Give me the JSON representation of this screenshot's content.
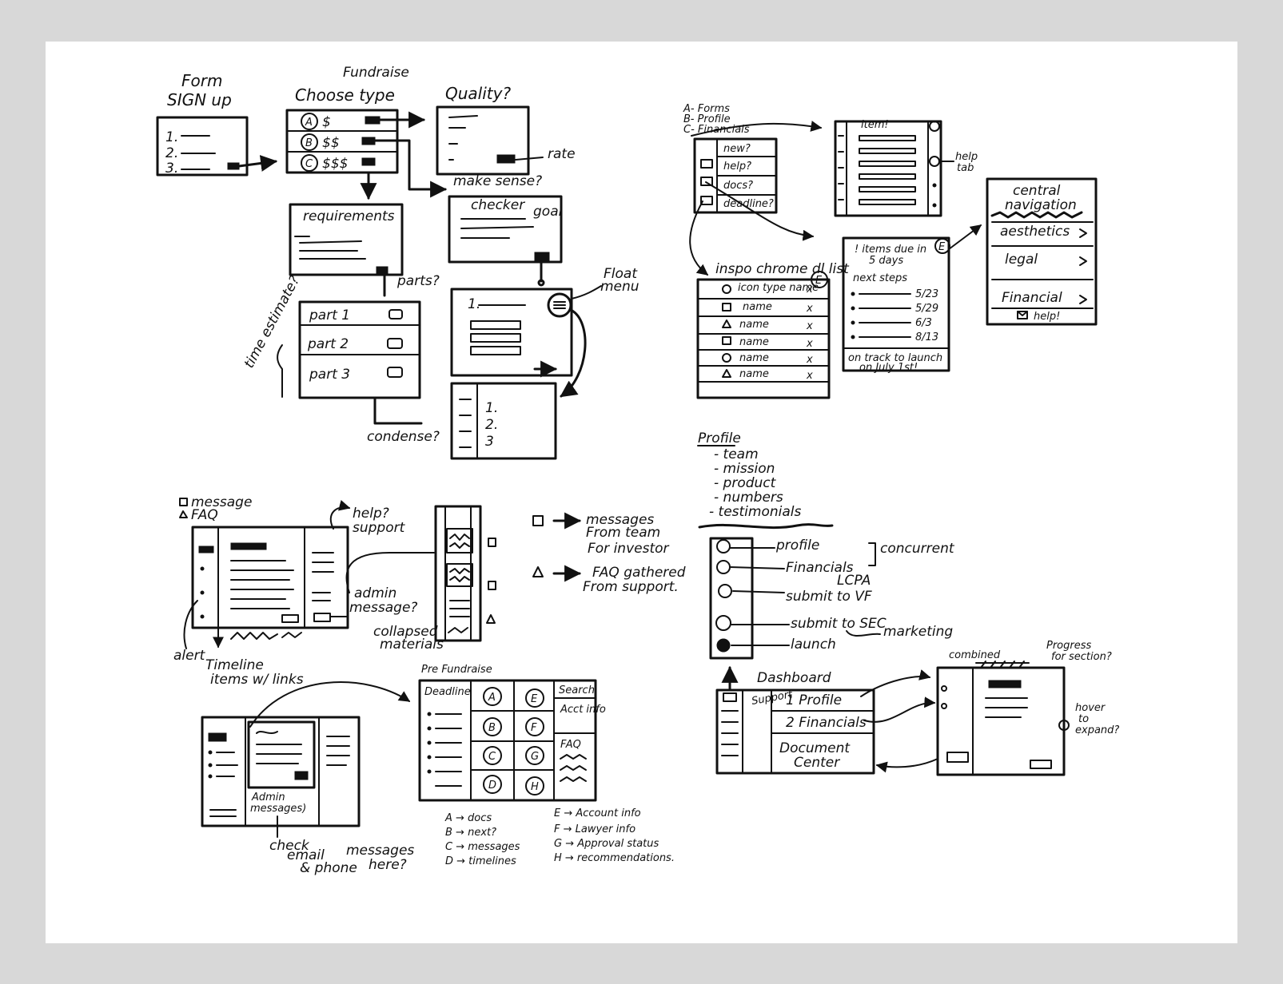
{
  "form_signup": {
    "title_1": "Form",
    "title_2": "SIGN up",
    "items": [
      "1.",
      "2.",
      "3."
    ]
  },
  "choose_type": {
    "top_note": "Fundraise",
    "title": "Choose type",
    "options": [
      {
        "letter": "A",
        "price": "$"
      },
      {
        "letter": "B",
        "price": "$$"
      },
      {
        "letter": "C",
        "price": "$$$"
      }
    ]
  },
  "quality": {
    "title": "Quality?",
    "rate_note": "rate",
    "make_sense": "make sense?"
  },
  "requirements": {
    "title": "requirements",
    "parts_note": "parts?",
    "parts": [
      "part 1",
      "part 2",
      "part 3"
    ],
    "time_note": "time estimate?",
    "condense_note": "condense?"
  },
  "checker": {
    "title": "checker",
    "goal_note": "goal",
    "first_item": "1.",
    "float_note_1": "Float",
    "float_note_2": "menu",
    "list_items": [
      "1.",
      "2.",
      "3"
    ]
  },
  "key": {
    "lines": [
      "A- Forms",
      "B- Profile",
      "C- Financials"
    ]
  },
  "menu_sketch": {
    "items": [
      "new?",
      "help?",
      "docs?",
      "deadline?"
    ]
  },
  "item_panel": {
    "title": "item!",
    "help_note_1": "help",
    "help_note_2": "tab"
  },
  "inspo_list": {
    "title": "inspo chrome dl list",
    "tab_letter": "E",
    "rows": [
      "icon type name",
      "name",
      "name",
      "name",
      "name",
      "name"
    ],
    "close_glyph": "x"
  },
  "due_panel": {
    "title_1": "! items due in",
    "title_2": "5 days",
    "tab_letter": "E",
    "next_steps": "next steps",
    "dates": [
      "5/23",
      "5/29",
      "6/3",
      "8/13"
    ],
    "footer_1": "on track to launch",
    "footer_2": "on July 1st!"
  },
  "central_nav": {
    "title_1": "central",
    "title_2": "navigation",
    "items": [
      "aesthetics",
      "legal",
      "Financial"
    ],
    "help": "help!"
  },
  "profile_list": {
    "title": "Profile",
    "items": [
      "- team",
      "- mission",
      "- product",
      "- numbers",
      "- testimonials"
    ]
  },
  "steps": {
    "items": [
      "profile",
      "Financials",
      "submit to VF",
      "submit to SEC",
      "launch"
    ],
    "concurrent_note": "concurrent",
    "lcpa_note": "LCPA",
    "marketing_note": "marketing"
  },
  "legend_left": {
    "line_1": "message",
    "line_2": "FAQ"
  },
  "wide_panel": {
    "help_note_1": "help?",
    "help_note_2": "support",
    "admin_note_1": "admin",
    "admin_note_2": "message?",
    "collapsed_note_1": "collapsed",
    "collapsed_note_2": "materials",
    "alert_note": "alert",
    "timeline_note_1": "Timeline",
    "timeline_note_2": "items w/ links"
  },
  "side_arrows": {
    "message_1": "messages",
    "message_2": "From team",
    "message_3": "For investor",
    "faq_1": "FAQ gathered",
    "faq_2": "From support."
  },
  "admin_panel": {
    "note_1": "Admin",
    "note_2": "messages)",
    "note_3": "check",
    "note_4": "email",
    "note_5": "& phone",
    "note_6": "messages",
    "note_7": "here?"
  },
  "pre_fundraise": {
    "title": "Pre Fundraise",
    "deadline": "Deadline",
    "search": "Search",
    "account": "Acct info",
    "faq": "FAQ",
    "grid": [
      "A",
      "E",
      "B",
      "F",
      "C",
      "G",
      "D",
      "H"
    ],
    "legend": [
      "A → docs",
      "B → next?",
      "C → messages",
      "D → timelines",
      "E → Account info",
      "F → Lawyer info",
      "G → Approval status",
      "H → recommendations."
    ]
  },
  "dashboard": {
    "title": "Dashboard",
    "support": "Support",
    "items": [
      "1 Profile",
      "2 Financials",
      "Document",
      "Center"
    ],
    "combined": "combined",
    "progress_1": "Progress",
    "progress_2": "for section?",
    "hover_1": "hover",
    "hover_2": "to",
    "hover_3": "expand?"
  }
}
